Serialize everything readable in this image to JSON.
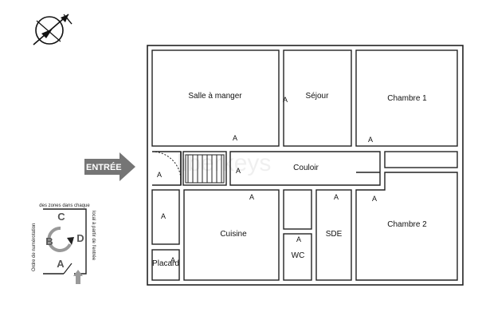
{
  "watermark": "liberkeys",
  "entry_label": "ENTRÉE",
  "rooms": {
    "salle_a_manger": "Salle à manger",
    "sejour": "Séjour",
    "chambre1": "Chambre 1",
    "couloir": "Couloir",
    "cuisine": "Cuisine",
    "sde": "SDE",
    "chambre2": "Chambre 2",
    "wc": "WC",
    "placard": "Placard"
  },
  "markers": {
    "m1": "A",
    "m2": "A",
    "m3": "A",
    "m4": "A",
    "m5": "A",
    "m6": "A",
    "m7": "A",
    "m8": "A",
    "m9": "A",
    "m10": "A",
    "m11": "A",
    "m12": "A"
  },
  "legend": {
    "text_top": "des zones dans chaque",
    "text_left": "Ordre de numérotation",
    "text_right": "local à partir de l'entrée",
    "a": "A",
    "b": "B",
    "c": "C",
    "d": "D"
  },
  "colors": {
    "entry_arrow": "#757575",
    "walls": "#222222"
  },
  "icons": {
    "compass": "compass-icon",
    "entry": "entry-arrow-icon"
  }
}
